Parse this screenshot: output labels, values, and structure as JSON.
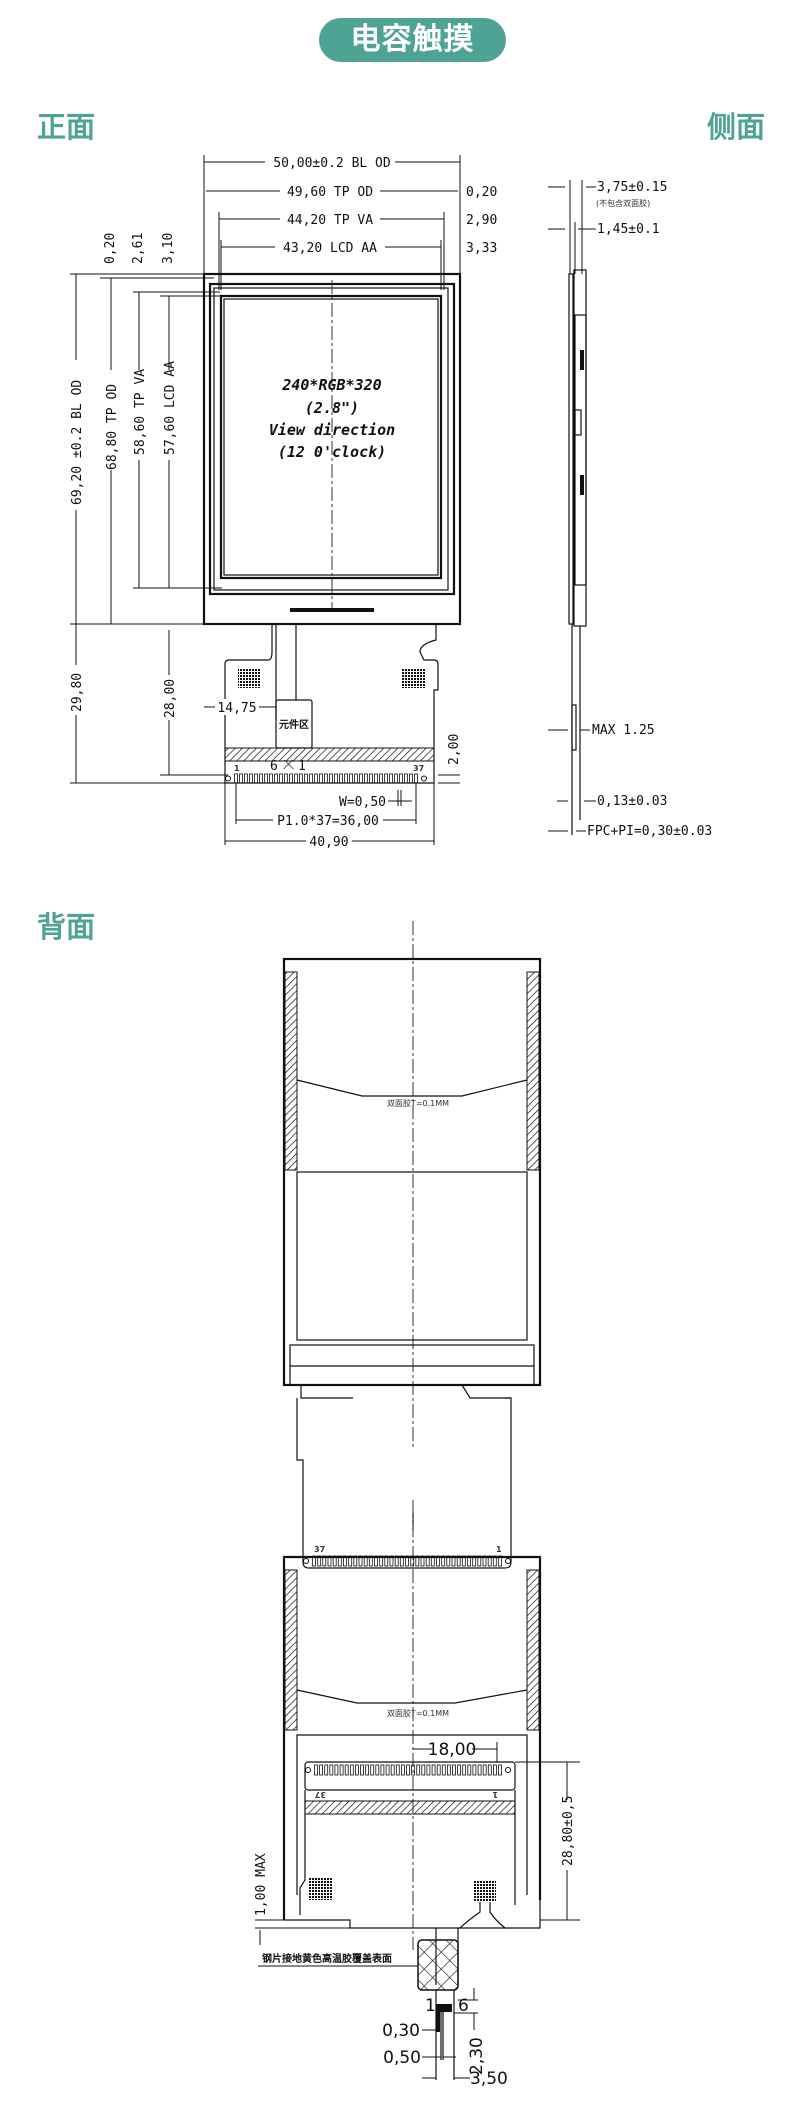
{
  "title": "电容触摸",
  "sections": {
    "front": "正面",
    "side": "侧面",
    "back": "背面"
  },
  "accent_color": "#4fa394",
  "front": {
    "top_dims": [
      "50,00±0.2 BL OD",
      "49,60 TP OD",
      "44,20 TP VA",
      "43,20 LCD AA"
    ],
    "right_dims": [
      "0,20",
      "2,90",
      "3,33"
    ],
    "left_top_dims": [
      "0,20",
      "2,61",
      "3,10"
    ],
    "left_dims": [
      "69,20 ±0.2 BL OD",
      "68,80 TP OD",
      "58,60 TP VA",
      "57,60 LCD AA",
      "29,80",
      "28,00"
    ],
    "screen_text": [
      "240*RGB*320",
      "(2.8\")",
      "View direction",
      "(12 0'clock)"
    ],
    "fpc_offset": "14,75",
    "component_area": "元件区",
    "pin_first": "1",
    "pin_last": "37",
    "pin_mark_6": "6",
    "pin_mark_1": "1",
    "fpc_right_dim": "2,00",
    "pin_width": "W=0,50",
    "pitch": "P1.0*37=36,00",
    "fpc_width": "40,90"
  },
  "side": {
    "thickness": "3,75±0.15",
    "thickness_note": "(不包含双面胶)",
    "lcd_thickness": "1,45±0.1",
    "max": "MAX 1.25",
    "stiffener": "0,13±0.03",
    "fpc_pi": "FPC+PI=0,30±0.03"
  },
  "back": {
    "tape_note": "双面胶T=0.1MM",
    "pin_first": "37",
    "pin_last": "1",
    "dim_18": "18,00",
    "dim_28_80": "28,80±0,5",
    "dim_1_00": "1,00 MAX",
    "ground_note": "钢片接地黄色高温胶覆盖表面",
    "detail_1": "1",
    "detail_6": "6",
    "dim_0_30": "0,30",
    "dim_0_50": "0,50",
    "dim_2_30": "2,30",
    "dim_3_50": "3,50"
  }
}
